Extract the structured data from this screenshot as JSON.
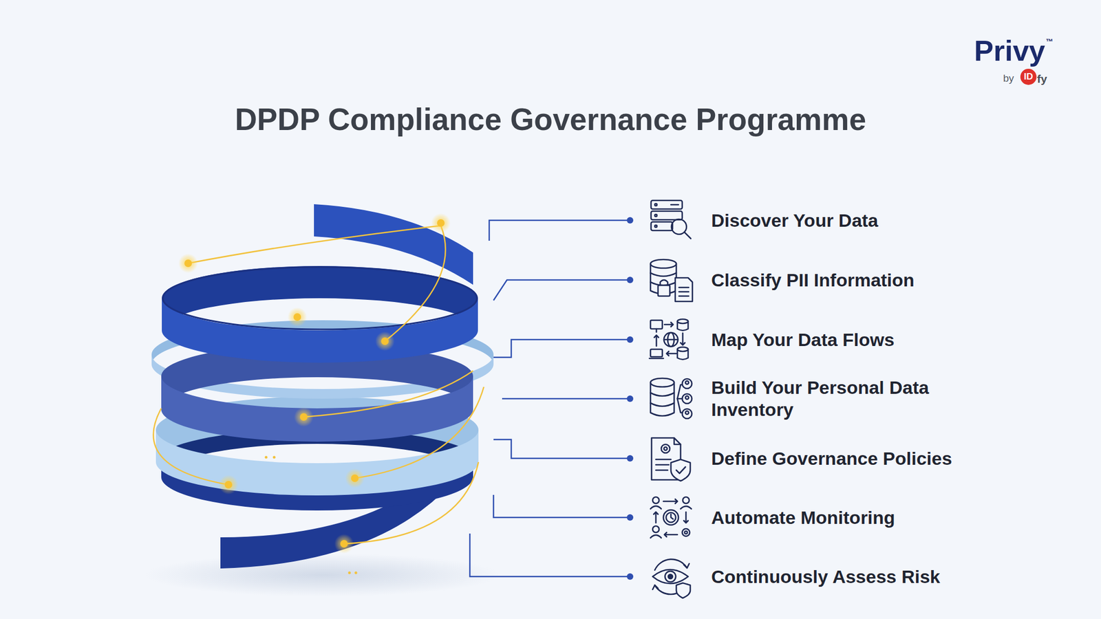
{
  "diagram": {
    "title": "DPDP Compliance Governance Programme",
    "labels": [
      "Privy",
      "™",
      "by",
      "ID",
      "fy",
      "Discover Your Data",
      "Classify PII Information",
      "Map Your Data Flows",
      "Build Your Personal Data Inventory",
      "Define Governance Policies",
      "Automate Monitoring",
      "Continuously Assess Risk"
    ]
  }
}
